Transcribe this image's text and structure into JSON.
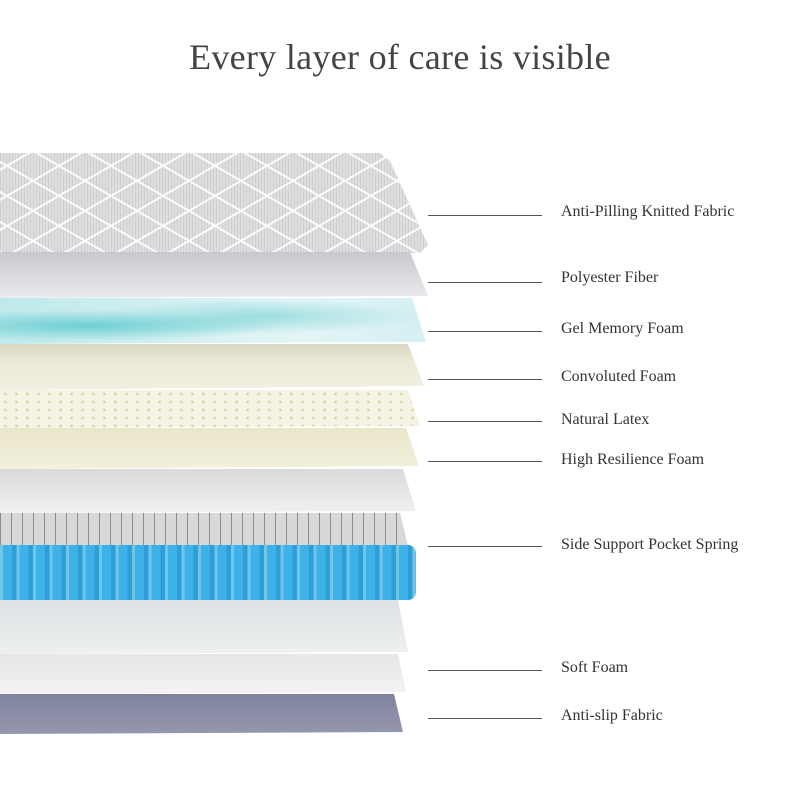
{
  "title": "Every layer of care is visible",
  "layers": [
    {
      "label": "Anti-Pilling Knitted Fabric"
    },
    {
      "label": "Polyester Fiber"
    },
    {
      "label": "Gel Memory Foam"
    },
    {
      "label": "Convoluted Foam"
    },
    {
      "label": "Natural Latex"
    },
    {
      "label": "High Resilience Foam"
    },
    {
      "label": "Side Support Pocket Spring"
    },
    {
      "label": "Soft Foam"
    },
    {
      "label": "Anti-slip Fabric"
    }
  ],
  "colors": {
    "gel": "#7fd3d6",
    "spring": "#3cb2e8",
    "anti_slip": "#8e91a9"
  }
}
